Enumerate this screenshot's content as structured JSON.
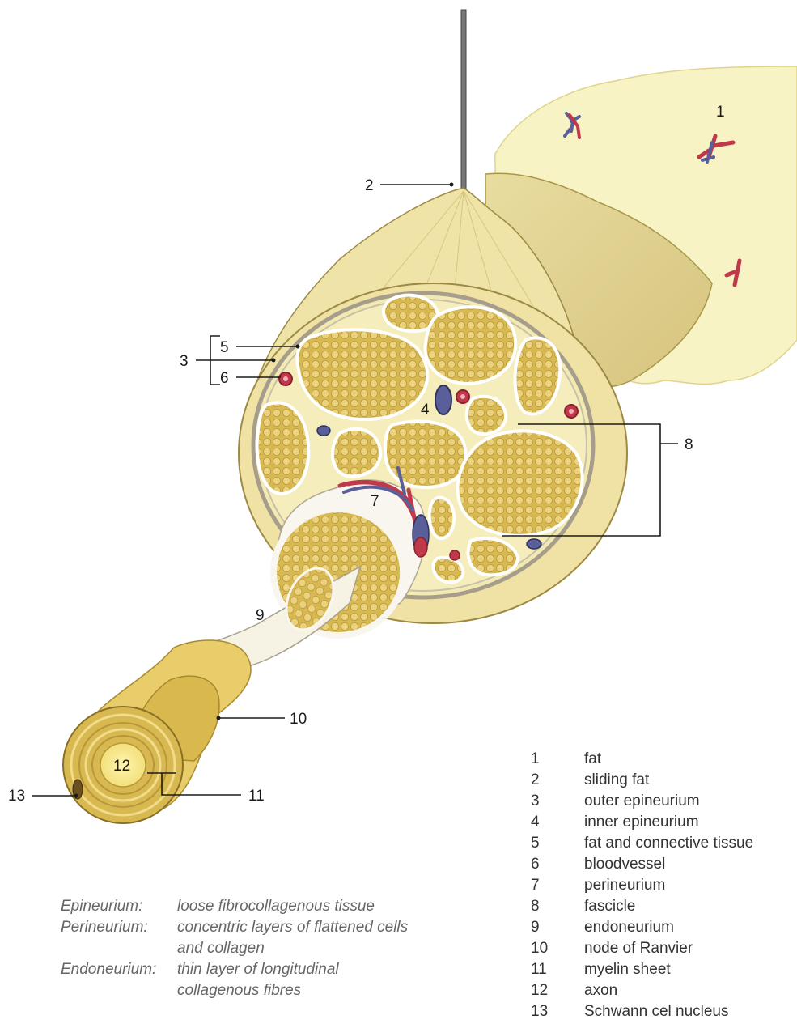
{
  "callouts": {
    "c1": "1",
    "c2": "2",
    "c3": "3",
    "c4": "4",
    "c5": "5",
    "c6": "6",
    "c7": "7",
    "c8": "8",
    "c9": "9",
    "c10": "10",
    "c11": "11",
    "c12": "12",
    "c13": "13"
  },
  "legend": [
    {
      "num": "1",
      "label": "fat"
    },
    {
      "num": "2",
      "label": "sliding fat"
    },
    {
      "num": "3",
      "label": "outer epineurium"
    },
    {
      "num": "4",
      "label": "inner epineurium"
    },
    {
      "num": "5",
      "label": "fat and connective tissue"
    },
    {
      "num": "6",
      "label": "bloodvessel"
    },
    {
      "num": "7",
      "label": "perineurium"
    },
    {
      "num": "8",
      "label": "fascicle"
    },
    {
      "num": "9",
      "label": "endoneurium"
    },
    {
      "num": "10",
      "label": "node of Ranvier"
    },
    {
      "num": "11",
      "label": "myelin sheet"
    },
    {
      "num": "12",
      "label": "axon"
    },
    {
      "num": "13",
      "label": "Schwann cel nucleus"
    }
  ],
  "definitions": [
    {
      "term": "Epineurium:",
      "text": "loose fibrocollagenous tissue"
    },
    {
      "term": "Perineurium:",
      "text": "concentric layers of flattened cells"
    },
    {
      "term": "",
      "text": "and collagen"
    },
    {
      "term": "Endoneurium:",
      "text": "thin layer of longitudinal"
    },
    {
      "term": "",
      "text": "collagenous fibres"
    }
  ],
  "colors": {
    "fat": "#f7f2bf",
    "epineurium": "#efe2a4",
    "fascicle": "#e0c060",
    "artery": "#c0394b",
    "vein": "#5a5f9a",
    "outline": "#8a7a40"
  }
}
